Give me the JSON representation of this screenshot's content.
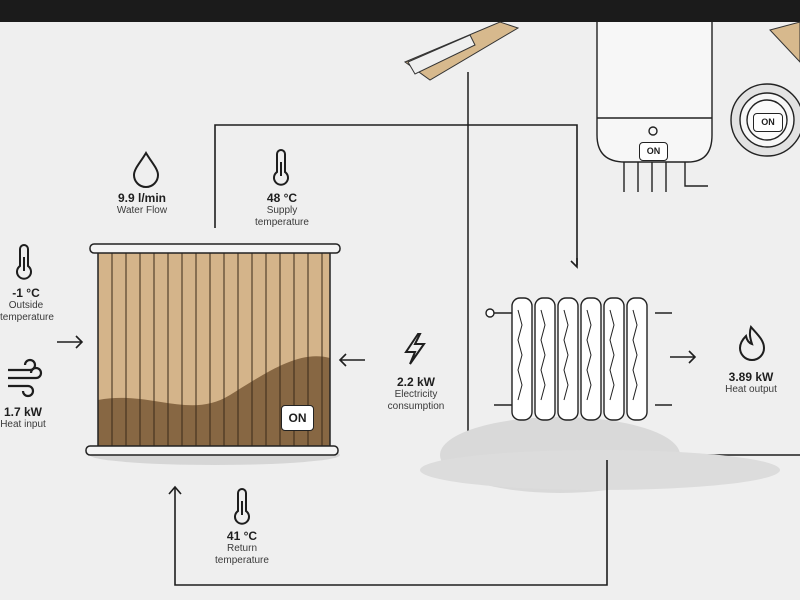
{
  "metrics": {
    "water_flow": {
      "value": "9.9 l/min",
      "label": "Water Flow",
      "icon": "water-drop-icon"
    },
    "supply_temperature": {
      "value": "48 °C",
      "label_line1": "Supply",
      "label_line2": "temperature",
      "icon": "thermometer-icon"
    },
    "outside_temperature": {
      "value": "-1 °C",
      "label_line1": "Outside",
      "label_line2": "temperature",
      "icon": "thermometer-icon"
    },
    "heat_input": {
      "value": "1.7 kW",
      "label": "Heat input",
      "icon": "wind-icon"
    },
    "electricity_consumption": {
      "value": "2.2 kW",
      "label_line1": "Electricity",
      "label_line2": "consumption",
      "icon": "lightning-icon"
    },
    "heat_output": {
      "value": "3.89 kW",
      "label": "Heat output",
      "icon": "flame-icon"
    },
    "return_temperature": {
      "value": "41 °C",
      "label_line1": "Return",
      "label_line2": "temperature",
      "icon": "thermometer-icon"
    }
  },
  "devices": {
    "heat_pump": {
      "status": "ON"
    },
    "boiler": {
      "status": "ON"
    },
    "thermostat": {
      "status": "ON"
    }
  },
  "colors": {
    "line": "#1e1e1e",
    "pump_light": "#d4b48a",
    "pump_dark": "#876743",
    "roof": "#d7b98d"
  }
}
